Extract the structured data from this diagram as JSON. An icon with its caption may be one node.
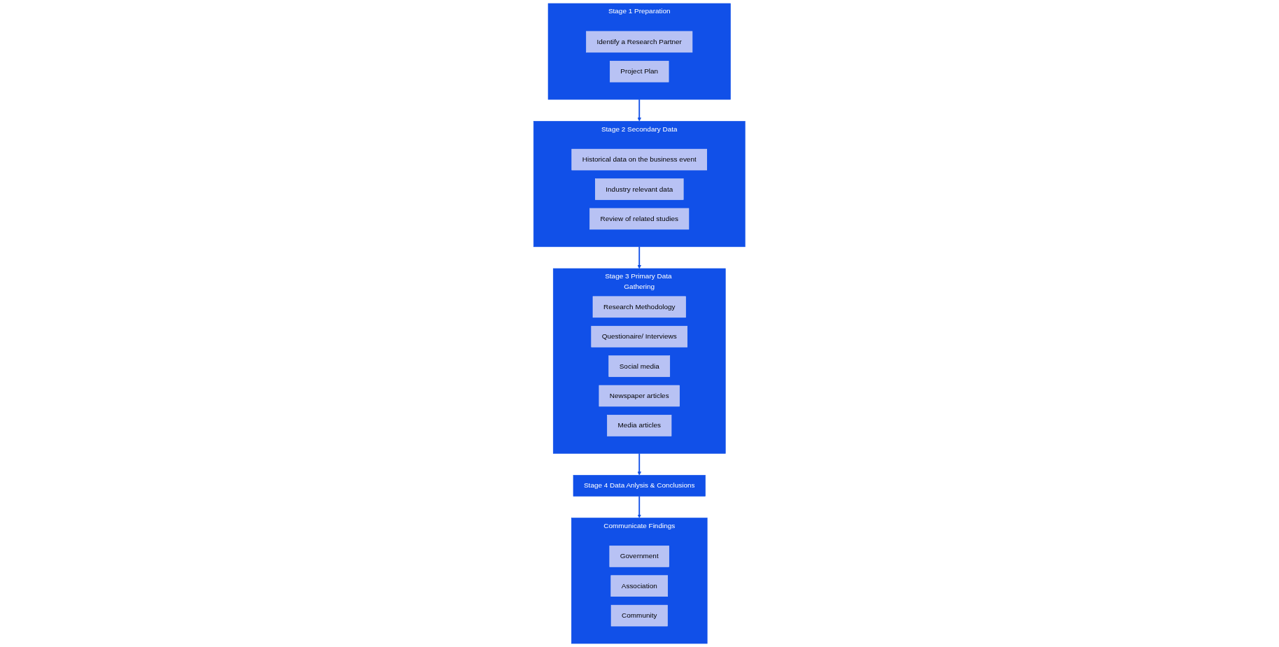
{
  "diagram": {
    "nodes": [
      {
        "text": [
          "Stage 1 Preparation"
        ]
      },
      {
        "text": [
          "Identify a Research Partner"
        ],
        "in": 0
      },
      {
        "text": [
          "Project Plan"
        ],
        "in": 0
      },
      {
        "text": [
          "Stage 2 Secondary Data"
        ]
      },
      {
        "text": [
          "Historical data on the business event"
        ],
        "in": 3
      },
      {
        "text": [
          "Industry relevant data"
        ],
        "in": 3
      },
      {
        "text": [
          "Review of related studies"
        ],
        "in": 3
      },
      {
        "text": [
          "Stage 3 Primary Data Gathering"
        ]
      },
      {
        "text": [
          "Research Methodology"
        ],
        "in": 7
      },
      {
        "text": [
          "Questionaire/ Interviews"
        ],
        "in": 7
      },
      {
        "text": [
          "Social media"
        ],
        "in": 7
      },
      {
        "text": [
          "Newspaper articles"
        ],
        "in": 7
      },
      {
        "text": [
          "Media articles"
        ],
        "in": 7
      },
      {
        "text": [
          "Stage 4 Data Anlysis & Conclusions"
        ]
      },
      {
        "text": [
          "Communicate Findings"
        ]
      },
      {
        "text": [
          "Government"
        ],
        "in": 14
      },
      {
        "text": [
          "Association"
        ],
        "in": 14
      },
      {
        "text": [
          "Community"
        ],
        "in": 14
      }
    ],
    "edges": [
      {
        "from": 0,
        "to": 3,
        "arrow": "to"
      },
      {
        "from": 3,
        "to": 7,
        "arrow": "to"
      },
      {
        "from": 7,
        "to": 13,
        "arrow": "to"
      },
      {
        "from": 13,
        "to": 14,
        "arrow": "to"
      }
    ]
  }
}
